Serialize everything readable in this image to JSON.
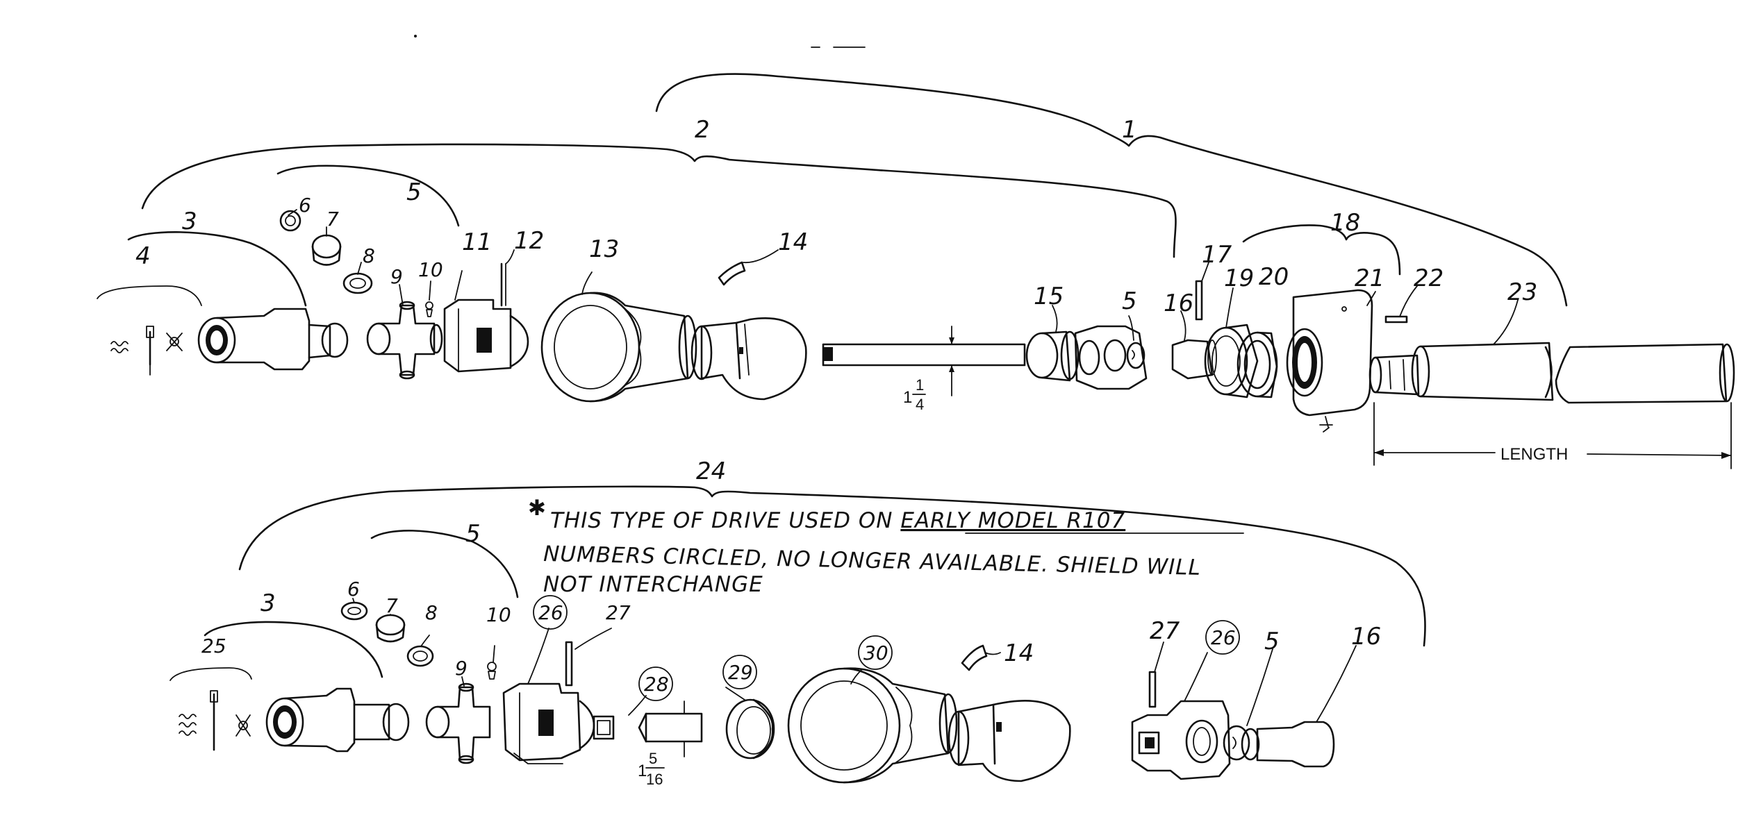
{
  "callouts_upper": {
    "n1": "1",
    "n2": "2",
    "n3": "3",
    "n4": "4",
    "n5a": "5",
    "n6": "6",
    "n7": "7",
    "n8": "8",
    "n9": "9",
    "n10": "10",
    "n11": "11",
    "n12": "12",
    "n13": "13",
    "n14": "14",
    "n15": "15",
    "n5b": "5",
    "n16": "16",
    "n17": "17",
    "n18": "18",
    "n19": "19",
    "n20": "20",
    "n21": "21",
    "n22": "22",
    "n23": "23"
  },
  "callouts_lower": {
    "n24": "24",
    "n3": "3",
    "n5a": "5",
    "n6": "6",
    "n7": "7",
    "n8": "8",
    "n9": "9",
    "n10": "10",
    "n25": "25",
    "n26a": "26",
    "n27a": "27",
    "n28": "28",
    "n29": "29",
    "n30": "30",
    "n14": "14",
    "n27b": "27",
    "n26b": "26",
    "n5b": "5",
    "n16": "16"
  },
  "dimensions": {
    "shaft_upper": {
      "whole": "1",
      "num": "1",
      "den": "4"
    },
    "shaft_lower": {
      "whole": "1",
      "num": "5",
      "den": "16"
    },
    "length_label": "LENGTH"
  },
  "note": {
    "asterisk": "✱",
    "line1_prefix": "THIS TYPE OF DRIVE USED ON ",
    "line1_underlined": "EARLY MODEL R107",
    "line2": "NUMBERS CIRCLED, NO LONGER AVAILABLE. SHIELD WILL",
    "line3": "NOT INTERCHANGE"
  }
}
